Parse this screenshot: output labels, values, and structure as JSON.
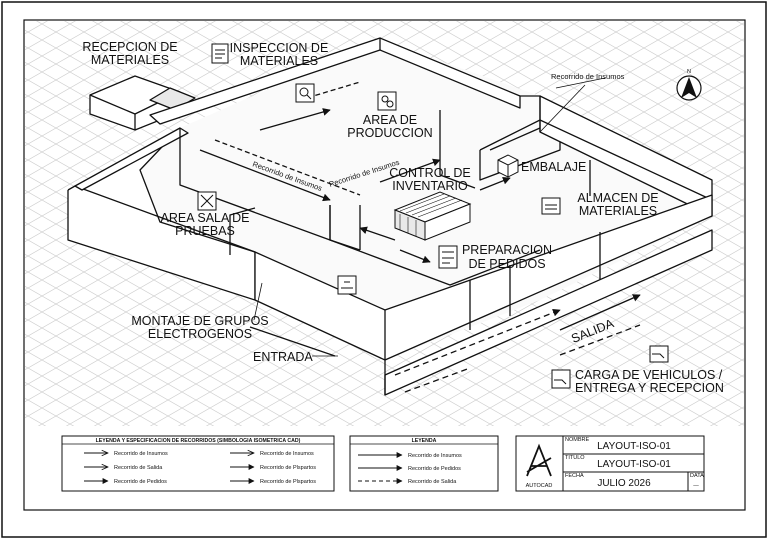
{
  "plan": {
    "labels": {
      "recepcion": [
        "RECEPCION DE",
        "MATERIALES"
      ],
      "inspeccion": [
        "INSPECCION DE",
        "MATERIALES"
      ],
      "produccion": [
        "AREA DE",
        "PRODUCCION"
      ],
      "control": [
        "CONTROL DE",
        "INVENTARIO"
      ],
      "embalaje": "EMBALAJE",
      "almacen": [
        "ALMACEN DE",
        "MATERIALES"
      ],
      "sala_pruebas": [
        "AREA SALA DE",
        "PRUEBAS"
      ],
      "preparacion": [
        "PREPARACION",
        "DE PEDIDOS"
      ],
      "montaje": [
        "MONTAJE DE GRUPOS",
        "ELECTROGENOS"
      ],
      "entrada": "ENTRADA",
      "salida": "SALIDA",
      "carga": [
        "CARGA DE VEHICULOS /",
        "ENTREGA Y RECEPCION"
      ],
      "recorrido_insumos_callout": "Recorrido de Insumos",
      "recorrido_insumos_floor_1": "Recorrido de Insumos",
      "recorrido_insumos_floor_2": "Recorrido de Insumos"
    },
    "north": "N"
  },
  "legend_left": {
    "header": "LEYENDA Y ESPECIFICACION DE RECORRIDOS (SIMBOLOGIA ISOMETRICA CAD)",
    "col1": [
      "Recorrido de Insumos",
      "Recorrido de Salida",
      "Recorrido de Pedidos"
    ],
    "col2": [
      "Recorrido de Insumos",
      "Recorrido de Plspartos",
      "Recorrido de Plspartos"
    ]
  },
  "legend_mid": {
    "header": "LEYENDA",
    "items": [
      "Recorrido de Insumos",
      "Recorrido de Pedidos",
      "Recorrido de Salida"
    ]
  },
  "title_block": {
    "logo_text": "AUTOCAD",
    "field_nombre": "NOMBRE",
    "field_titulo": "TITULO",
    "field_fecha": "FECHA",
    "field_fecha2": "DATA",
    "nombre": "LAYOUT-ISO-01",
    "titulo": "LAYOUT-ISO-01",
    "fecha": "JULIO 2026",
    "fecha2": "—"
  },
  "colors": {
    "ink": "#111111",
    "grid": "#c8c8c8",
    "paper": "#ffffff"
  }
}
